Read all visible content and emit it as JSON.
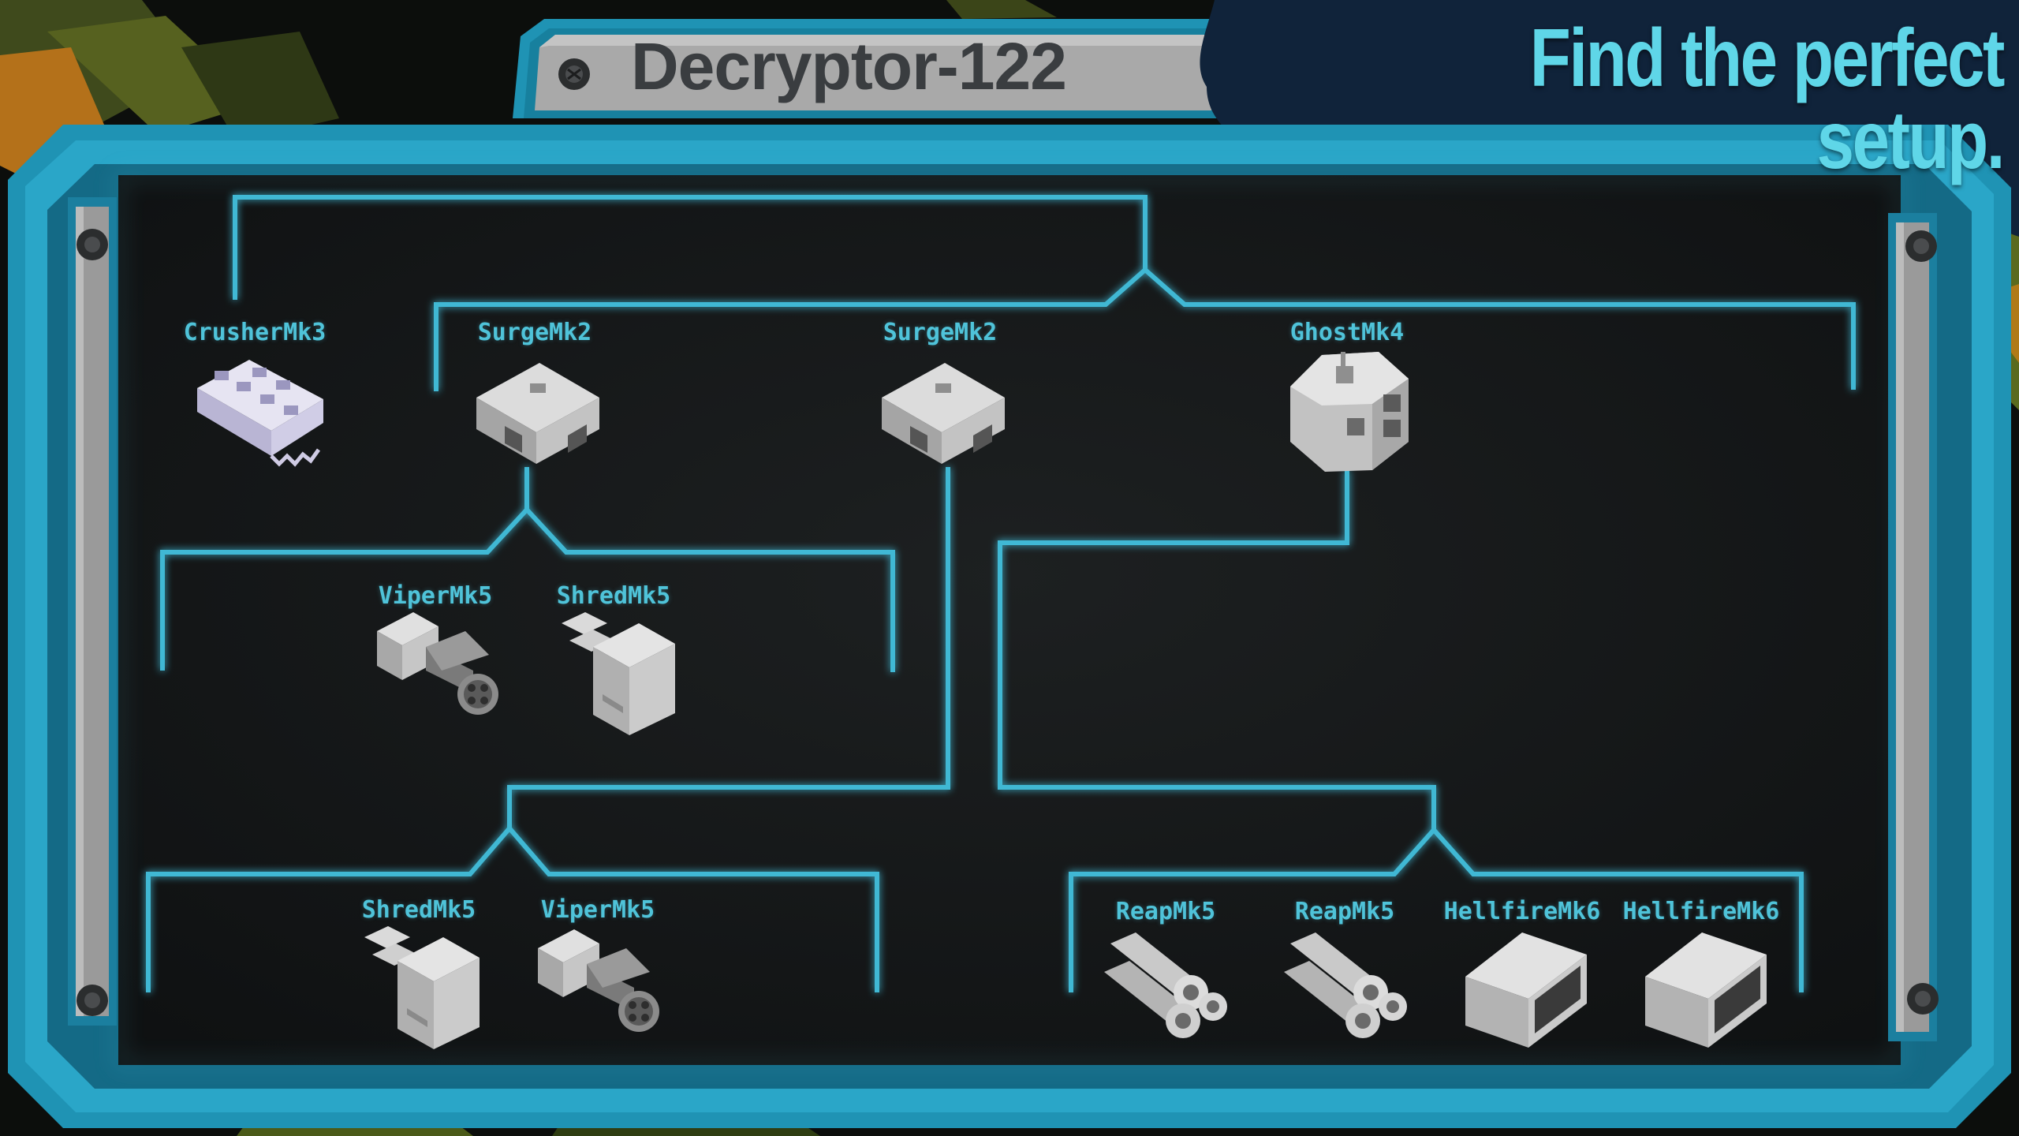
{
  "banner": {
    "text": "Find the perfect setup."
  },
  "panel": {
    "title": "Decryptor-122"
  },
  "colors": {
    "accent": "#4fc3d9",
    "frame": "#1f93b4",
    "frameDark": "#146a86",
    "screen": "#141617"
  },
  "tree": {
    "row1": [
      {
        "label": "CrusherMk3",
        "icon": "crusher-module-icon"
      },
      {
        "label": "SurgeMk2",
        "icon": "surge-module-icon"
      },
      {
        "label": "SurgeMk2",
        "icon": "surge-module-icon"
      },
      {
        "label": "GhostMk4",
        "icon": "ghost-module-icon"
      }
    ],
    "row2": [
      {
        "label": "ViperMk5",
        "icon": "viper-gatling-icon"
      },
      {
        "label": "ShredMk5",
        "icon": "shred-cannon-icon"
      }
    ],
    "row3": [
      {
        "label": "ShredMk5",
        "icon": "shred-cannon-icon"
      },
      {
        "label": "ViperMk5",
        "icon": "viper-gatling-icon"
      },
      {
        "label": "ReapMk5",
        "icon": "reap-launcher-icon"
      },
      {
        "label": "ReapMk5",
        "icon": "reap-launcher-icon"
      },
      {
        "label": "HellfireMk6",
        "icon": "hellfire-pod-icon"
      },
      {
        "label": "HellfireMk6",
        "icon": "hellfire-pod-icon"
      }
    ]
  }
}
